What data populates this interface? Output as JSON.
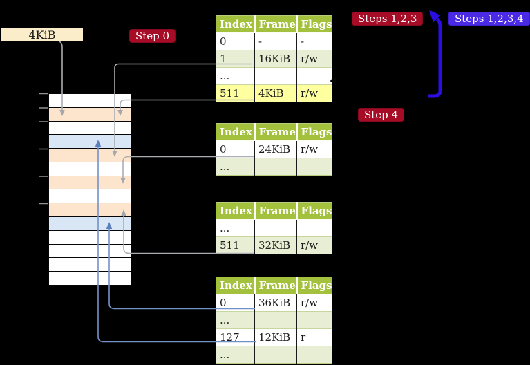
{
  "palette": {
    "crimson": "#a60c26",
    "blueLabel": "#4a2ae4",
    "thickArrowBlue": "#2c0fe0",
    "thinArrowBlue": "#7291c9",
    "thinArrowHeadBlue": "#5e80bd",
    "grayArrow": "#aaadb2",
    "headerGreen": "#a4c13d",
    "rowGreen": "#e7eed3",
    "highlight": "#feff9e",
    "orangeRow": "#fde5cd",
    "blueRow": "#d9e6f6",
    "wheat": "#fcedca"
  },
  "labels": {
    "page_size_box": "4KiB",
    "step0": "Step 0",
    "steps123": "Steps 1,2,3",
    "steps1234": "Steps 1,2,3,4",
    "step4": "Step 4"
  },
  "tables": [
    {
      "id": "page-table-level4",
      "columns": [
        "Index",
        "Frame",
        "Flags"
      ],
      "rows": [
        {
          "cells": [
            "0",
            "-",
            "-"
          ]
        },
        {
          "cells": [
            "1",
            "16KiB",
            "r/w"
          ]
        },
        {
          "cells": [
            "...",
            "",
            ""
          ]
        },
        {
          "cells": [
            "511",
            "4KiB",
            "r/w"
          ],
          "highlight": true
        }
      ]
    },
    {
      "id": "page-table-level3",
      "columns": [
        "Index",
        "Frame",
        "Flags"
      ],
      "rows": [
        {
          "cells": [
            "0",
            "24KiB",
            "r/w"
          ]
        },
        {
          "cells": [
            "...",
            "",
            ""
          ]
        }
      ]
    },
    {
      "id": "page-table-level2",
      "columns": [
        "Index",
        "Frame",
        "Flags"
      ],
      "rows": [
        {
          "cells": [
            "...",
            "",
            ""
          ]
        },
        {
          "cells": [
            "511",
            "32KiB",
            "r/w"
          ]
        }
      ]
    },
    {
      "id": "page-table-level1",
      "columns": [
        "Index",
        "Frame",
        "Flags"
      ],
      "rows": [
        {
          "cells": [
            "0",
            "36KiB",
            "r/w"
          ]
        },
        {
          "cells": [
            "...",
            "",
            ""
          ]
        },
        {
          "cells": [
            "127",
            "12KiB",
            "r"
          ]
        },
        {
          "cells": [
            "...",
            "",
            ""
          ]
        }
      ]
    }
  ],
  "memory_strip": {
    "rows": [
      {
        "type": "free"
      },
      {
        "type": "page-table"
      },
      {
        "type": "free"
      },
      {
        "type": "mapped-page"
      },
      {
        "type": "page-table"
      },
      {
        "type": "free"
      },
      {
        "type": "page-table"
      },
      {
        "type": "free"
      },
      {
        "type": "page-table"
      },
      {
        "type": "mapped-page"
      },
      {
        "type": "free"
      },
      {
        "type": "free"
      },
      {
        "type": "free"
      },
      {
        "type": "free"
      }
    ]
  }
}
